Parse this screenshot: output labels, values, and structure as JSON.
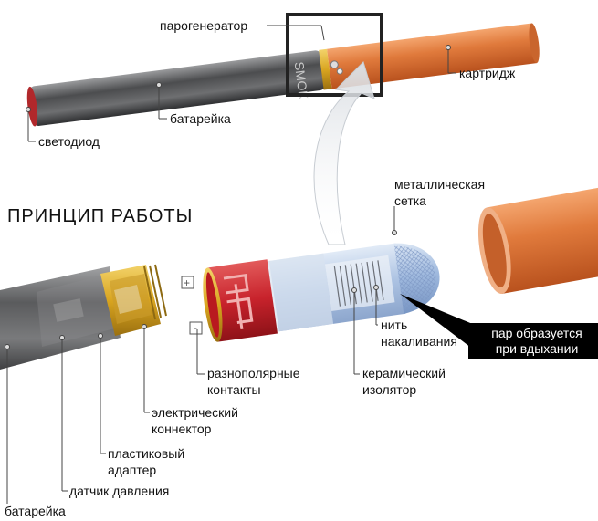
{
  "top_labels": {
    "vaporizer": "парогенератор",
    "cartridge": "картридж",
    "battery": "батарейка",
    "led": "светодиод"
  },
  "heading": "ПРИНЦИП  РАБОТЫ",
  "detail_labels": {
    "metal_mesh_1": "металлическая",
    "metal_mesh_2": "сетка",
    "filament_1": "нить",
    "filament_2": "накаливания",
    "contacts_1": "разнополярные",
    "contacts_2": "контакты",
    "insulator_1": "керамический",
    "insulator_2": "изолятор",
    "connector_1": "электрический",
    "connector_2": "коннектор",
    "adapter_1": "пластиковый",
    "adapter_2": "адаптер",
    "pressure_sensor": "датчик давления",
    "battery": "батарейка"
  },
  "callout": {
    "line1": "пар образуется",
    "line2": "при вдыхании"
  },
  "device_mark": "SMOK",
  "colors": {
    "battery_gray": "#5e5f61",
    "cartridge_orange": "#e07a3c",
    "contact_red": "#c8232c",
    "gold": "#d9a520",
    "insulator_blue": "#9fb9de",
    "callout_bg": "#000000"
  }
}
